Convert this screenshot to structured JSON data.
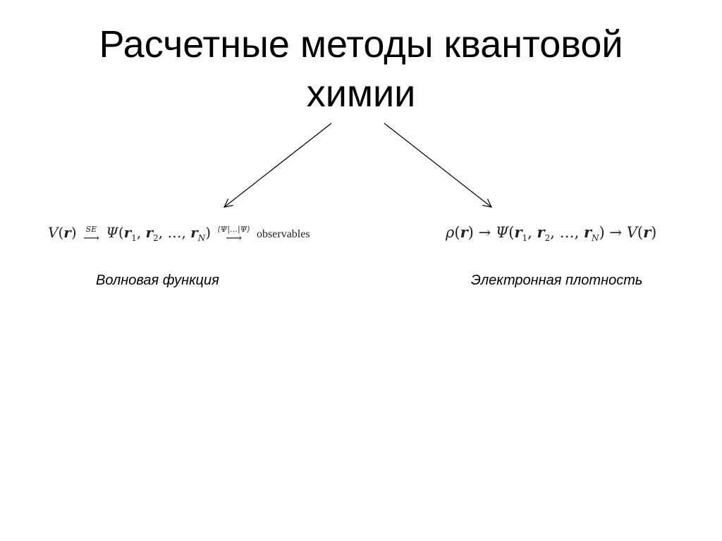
{
  "slide": {
    "title_line1": "Расчетные методы квантовой",
    "title_line2": "химии",
    "left": {
      "formula": {
        "V": "V",
        "r": "r",
        "arrow1_label": "SE",
        "psi": "Ψ",
        "r1": "r",
        "sub1": "1",
        "r2": "r",
        "sub2": "2",
        "dots": "…",
        "rN": "r",
        "subN": "N",
        "arrow2_label": "⟨Ψ|…|Ψ⟩",
        "observables": "observables"
      },
      "caption": "Волновая функция"
    },
    "right": {
      "formula": {
        "rho": "ρ",
        "r": "r",
        "psi": "Ψ",
        "r1": "r",
        "sub1": "1",
        "r2": "r",
        "sub2": "2",
        "dots": "…",
        "rN": "r",
        "subN": "N",
        "V": "V",
        "r_end": "r"
      },
      "caption": "Электронная плотность"
    }
  }
}
